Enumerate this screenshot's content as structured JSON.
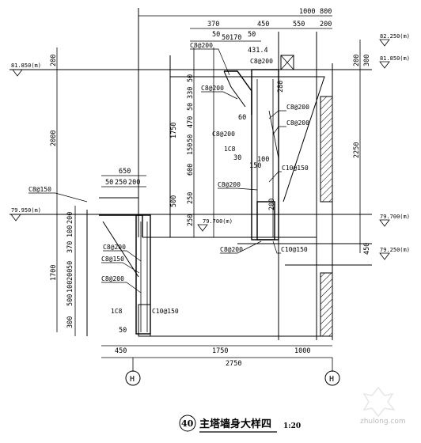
{
  "title": {
    "number": "40",
    "text": "主塔墙身大样四",
    "scale": "1:20"
  },
  "axis_markers": [
    "H",
    "H"
  ],
  "dims_top": [
    "1000",
    "800",
    "370",
    "450",
    "550",
    "200",
    "50",
    "50",
    "170",
    "50"
  ],
  "dims_bottom": [
    "450",
    "1750",
    "1000",
    "2750"
  ],
  "dims_left": [
    "200",
    "2000",
    "650",
    "50",
    "250",
    "200",
    "200",
    "100",
    "370",
    "50",
    "200",
    "100",
    "500",
    "300",
    "50",
    "1700"
  ],
  "dims_middle": [
    "50",
    "330",
    "50",
    "470",
    "50",
    "150",
    "600",
    "250",
    "500",
    "250",
    "1750",
    "431.4",
    "280",
    "60",
    "30",
    "100",
    "150",
    "200"
  ],
  "dims_right": [
    "200",
    "2250",
    "300",
    "450"
  ],
  "elevations": {
    "left_top": "81.850(m)",
    "left_mid": "79.950(m)",
    "center": "79.700(m)",
    "right_1": "82.250(m)",
    "right_2": "81.850(m)",
    "right_3": "79.700(m)",
    "right_4": "79.250(m)"
  },
  "rebar_labels": {
    "r1": "C8@200",
    "r2": "C8@200",
    "r3": "C8@200",
    "r4": "C8@200",
    "r5": "C8@200",
    "r6": "1C8",
    "r7": "C10@150",
    "r8": "C8@200",
    "r9": "C8@200",
    "r10": "C10@150",
    "r11": "C8@150",
    "r12": "C8@200",
    "r13": "C8@150",
    "r14": "C8@200",
    "r15": "C8@200",
    "r16": "1C8",
    "r17": "C10@150"
  },
  "watermark": "zhulong.com"
}
